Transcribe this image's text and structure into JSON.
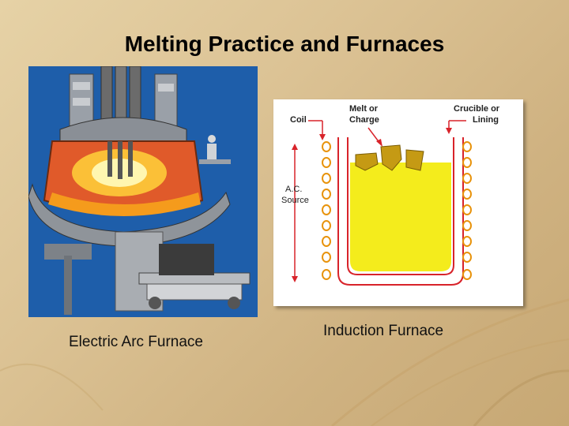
{
  "slide": {
    "title": "Melting Practice and Furnaces"
  },
  "figures": {
    "arc": {
      "caption": "Electric Arc Furnace"
    },
    "induction": {
      "caption": "Induction Furnace",
      "labels": {
        "coil": "Coil",
        "melt_line1": "Melt or",
        "melt_line2": "Charge",
        "crucible_line1": "Crucible or",
        "crucible_line2": "Lining",
        "source_line1": "A.C.",
        "source_line2": "Source"
      }
    }
  },
  "colors": {
    "background": "#dcc395",
    "arc_backdrop": "#1e5eaa",
    "furnace_shell": "#e05a2a",
    "melt": "#f4ec1c",
    "annotation_red": "#d8232a",
    "coil": "#e8930c"
  }
}
